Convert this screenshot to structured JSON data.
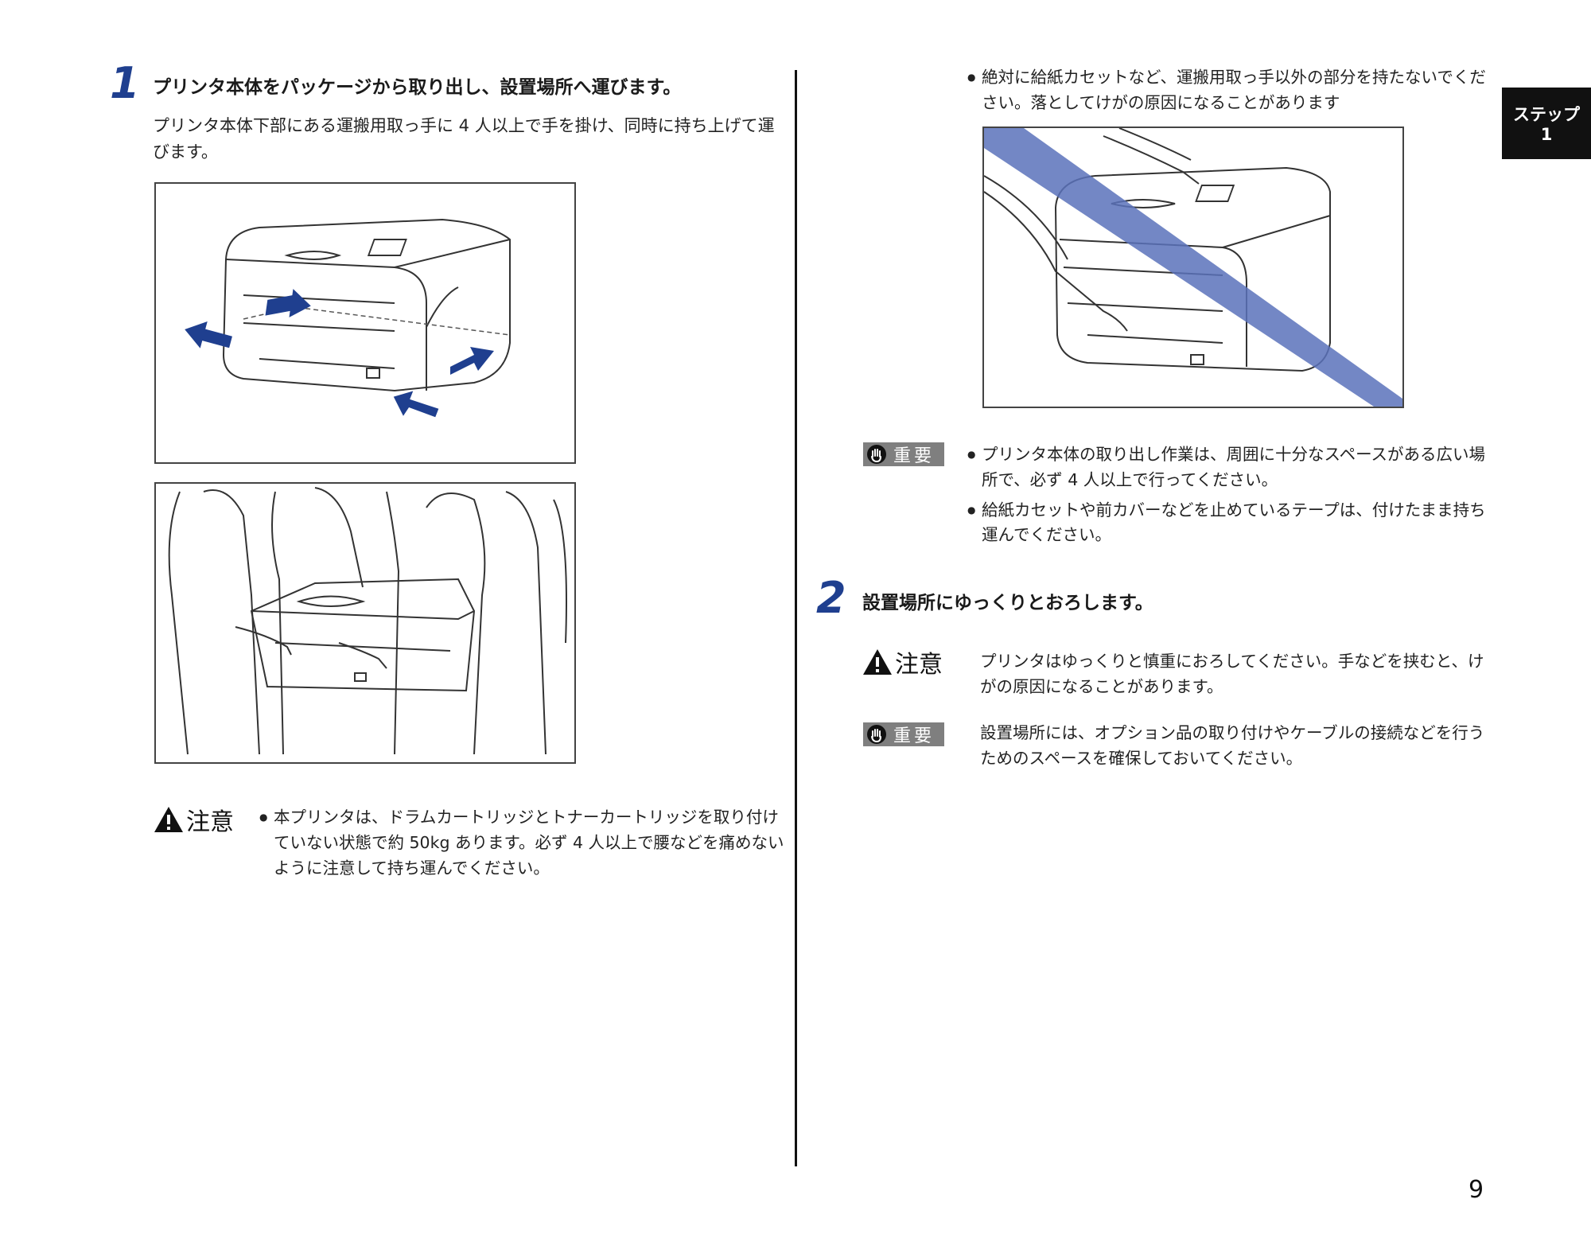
{
  "tab": {
    "line1": "ステップ",
    "line2": "1"
  },
  "step1": {
    "number": "1",
    "title": "プリンタ本体をパッケージから取り出し、設置場所へ運びます。",
    "body": "プリンタ本体下部にある運搬用取っ手に 4 人以上で手を掛け、同時に持ち上げて運びます。"
  },
  "caution1": {
    "label": "注意",
    "text": "本プリンタは、ドラムカートリッジとトナーカートリッジを取り付けていない状態で約 50kg あります。必ず 4 人以上で腰などを痛めないように注意して持ち運んでください。"
  },
  "right": {
    "warning_bullet": "絶対に給紙カセットなど、運搬用取っ手以外の部分を持たないでください。落としてけがの原因になることがあります",
    "important1": {
      "label": "重要",
      "items": [
        "プリンタ本体の取り出し作業は、周囲に十分なスペースがある広い場所で、必ず 4 人以上で行ってください。",
        "給紙カセットや前カバーなどを止めているテープは、付けたまま持ち運んでください。"
      ]
    }
  },
  "step2": {
    "number": "2",
    "title": "設置場所にゆっくりとおろします。"
  },
  "caution2": {
    "label": "注意",
    "text": "プリンタはゆっくりと慎重におろしてください。手などを挟むと、けがの原因になることがあります。"
  },
  "important2": {
    "label": "重要",
    "text": "設置場所には、オプション品の取り付けやケーブルの接続などを行うためのスペースを確保しておいてください。"
  },
  "page_number": "9",
  "colors": {
    "accent_blue": "#1f3f8f",
    "strike_blue": "#5a72bb",
    "badge_gray": "#7f7f7f"
  },
  "icons": [
    "warning-triangle-icon",
    "hand-stop-icon"
  ]
}
